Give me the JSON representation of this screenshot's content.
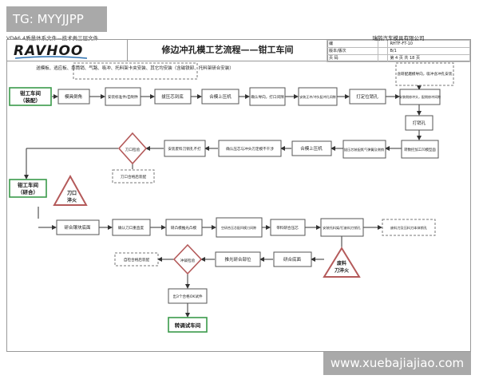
{
  "watermarks": {
    "top": "TG: MYYJJPP",
    "bottom": "www.xuebajiajiao.com"
  },
  "doc_meta": "VDA6.4质量体系文件—技术类三层文件",
  "header": {
    "logo": "RAVHOO",
    "title": "修边冲孔模工艺流程——钳工车间",
    "company": "瑞鹄汽车模具有限公司",
    "info_rows": [
      [
        "编",
        "",
        "RHTF-FT-10"
      ],
      [
        "版本/版次",
        "",
        "B/1"
      ],
      [
        "页 码",
        "",
        "第 4 页 共 18 页"
      ]
    ]
  },
  "flow": {
    "start_label_1": "钳工车间",
    "start_label_2": "（装配）",
    "note_top_left": "送模板、逃应板、摔筒销、气路、吸冲、托料架卡夹安装、其它均安装（含磁铁卸、托料架研合安装）",
    "note_top_right": "含研配磨模导向，吸冲含冲孔安装",
    "row1": [
      "模具倒角",
      "安装标准件/自制件",
      "拔压芯到底",
      "合模上压机",
      "确认导向，打口间隙",
      "安装正冲/冲头配冲孔间隙",
      "打定位销孔",
      "安装侧修冲头，配侧修冲间隙"
    ],
    "right_col": [
      "打销孔",
      "转数控加工凹模型面"
    ],
    "row2": [
      "拔压芯装配氮气弹簧及侧销",
      "合模上压机",
      "确认压芯与冲头刃定模不干涉",
      "安装废料刀销孔不打"
    ],
    "diamond_1": "刀口检验",
    "note_row2_left": "刀口合格后装配",
    "mid_label_1": "钳工车间",
    "mid_label_2": "（研合）",
    "tri_1_l1": "刀口",
    "tri_1_l2": "淬火",
    "row3": [
      "研合镶块底面",
      "确认刀口重直度",
      "研凸模推光凸模",
      "空研合压芯配凹模刀间隙",
      "带料研合压芯",
      "安装托料架/打废料刀销孔"
    ],
    "note_row3_right": "废料刀及压料刀本体销孔",
    "row4": [
      "研合底面",
      "推光研合部位"
    ],
    "diamond_2": "冲裁检验",
    "note_row4_left": "自检合格后装配",
    "tri_2_l1": "废料",
    "tri_2_l2": "刀淬火",
    "bottom_1": "出3个合格OK试件",
    "bottom_2": "转调试车间"
  }
}
